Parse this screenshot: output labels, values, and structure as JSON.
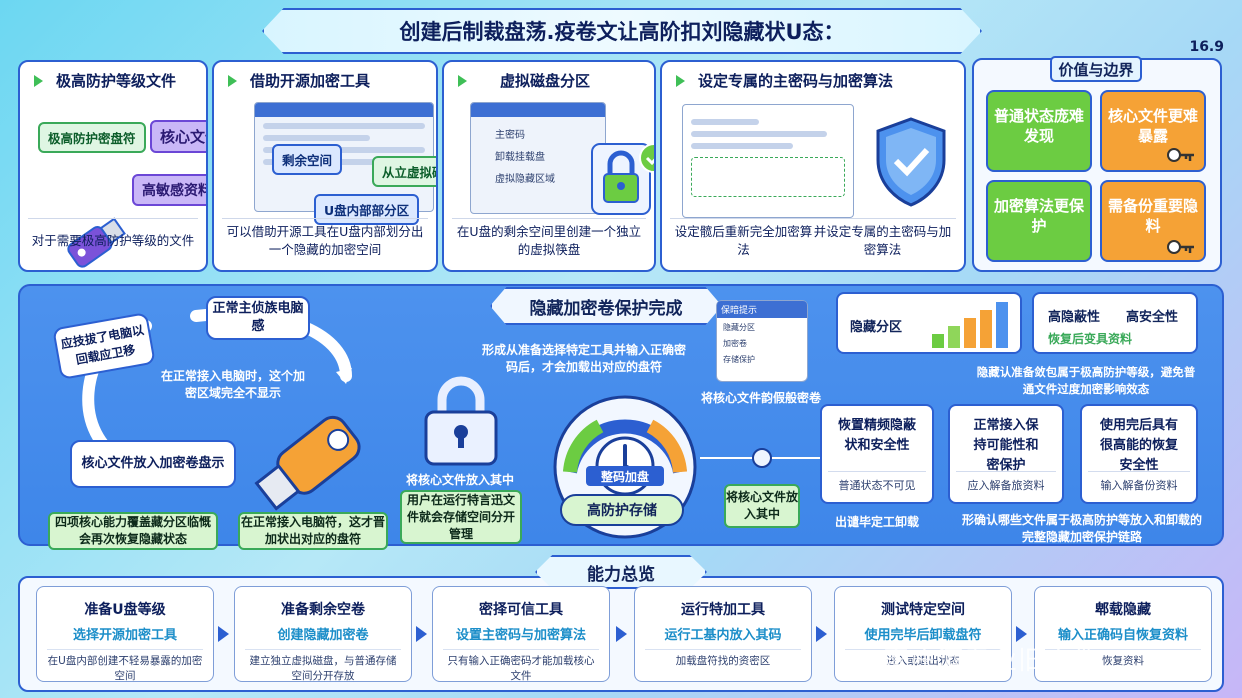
{
  "title": "创建后制裁盘荡.疫卷文让高阶扣刘隐藏状U态：",
  "page_num": "16.9",
  "cards": [
    {
      "title": "极高防护等级文件",
      "foot": "对于需要极高防护等级的文件",
      "pills": [
        "极高防护密盘符",
        "核心文件",
        "高敏感资料"
      ]
    },
    {
      "title": "借助开源加密工具",
      "foot": "可以借助开源工具在U盘内部划分出一个隐藏的加密空间",
      "pills": [
        "剩余空间",
        "从立虚拟磁盘",
        "U盘内部部分区"
      ]
    },
    {
      "title": "虚拟磁盘分区",
      "foot": "在U盘的剩余空间里创建一个独立的虚拟筷盘",
      "screen_items": [
        "主密码",
        "卸载挂载盘",
        "虚拟隐藏区域"
      ]
    },
    {
      "title": "设定专属的主密码与加密算法",
      "foot_left": "设定髋后重新完全加密算法",
      "foot_right": "并设定专属的主密码与加密算法"
    }
  ],
  "value": {
    "title": "价值与边界",
    "tiles": [
      "普通状态庞难发现",
      "核心文件更难暴露",
      "加密算法更保护",
      "需备份重要隐料"
    ]
  },
  "middle": {
    "title": "隐藏加密卷保护完成",
    "cycle": {
      "top": "正常主侦族电脑感",
      "left": "应技拔了电脑以回载应卫移",
      "bottom": "核心文件放入加密卷盘示",
      "center": "在正常接入电脑时，这个加密区域完全不显示"
    },
    "green_boxes": [
      "四项核心能力覆盖藏分区临慨会再次恢复隐藏状态",
      "在正常接入电脑符，这才晋加状出对应的盘符",
      "用户在运行特言迅文件就会存储空间分开管理"
    ],
    "texts": {
      "put_in": "将核心文件放入其中",
      "form": "形成从准备选择特定工具并输入正确密码后，才会加载出对应的盘符",
      "put_in2": "将核心文件韵假般密卷",
      "mount": "整码加盘",
      "store": "高防护存储",
      "put_box": "将核心文件放入其中",
      "unmount": "出谴毕定工卸载",
      "links": "形确认哪些文件属于极高防护等放入和卸载的完整隐藏加密保护链路",
      "note": "隐藏认准备敛包属于极高防护等级，避免普通文件过度加密影响效态"
    },
    "popup": {
      "title": "保暗提示",
      "items": [
        "隐藏分区",
        "加密卷",
        "存储保护"
      ]
    },
    "hidden_partition": "隐藏分区",
    "security": {
      "a": "高隐蔽性",
      "b": "高安全性",
      "c": "恢复后变具资料"
    },
    "mini_cards": [
      {
        "title": "恢置精频隐蔽状和安全性",
        "sub": "普通状态不可见"
      },
      {
        "title": "正常接入保持可能性和密保护",
        "sub": "应入解备旅资料"
      },
      {
        "title": "使用完后具有很高能的恢复安全性",
        "sub": "输入解备份资料"
      }
    ]
  },
  "capabilities": {
    "title": "能力总览",
    "steps": [
      {
        "h": "准备U盘等级",
        "s": "选择开源加密工具",
        "d": "在U盘内部创建不轻易暴露的加密空间"
      },
      {
        "h": "准备剩余空卷",
        "s": "创建隐藏加密卷",
        "d": "建立独立虚拟磁盘，与普通存储空间分开存放"
      },
      {
        "h": "密择可信工具",
        "s": "设置主密码与加密算法",
        "d": "只有输入正确密码才能加载核心文件"
      },
      {
        "h": "运行特加工具",
        "s": "运行工基内放入其码",
        "d": "加载盘符找的资密区"
      },
      {
        "h": "测试特定空间",
        "s": "使用完毕后卸载盘符",
        "d": "进入或退出状态"
      },
      {
        "h": "郫载隐藏",
        "s": "输入正确码自恢复资料",
        "d": "恢复资料"
      }
    ],
    "watermark": "©家庄酒专业旧文件"
  },
  "colors": {
    "accent": "#2c5fd1",
    "green": "#6ccc42",
    "orange": "#f5a236",
    "purple": "#c9b7f7",
    "mid_blue": "#4d92ee"
  },
  "icons": [
    "usb-drive-icon",
    "padlock-icon",
    "shield-check-icon",
    "gauge-icon",
    "key-icon",
    "bar-chart-icon"
  ]
}
